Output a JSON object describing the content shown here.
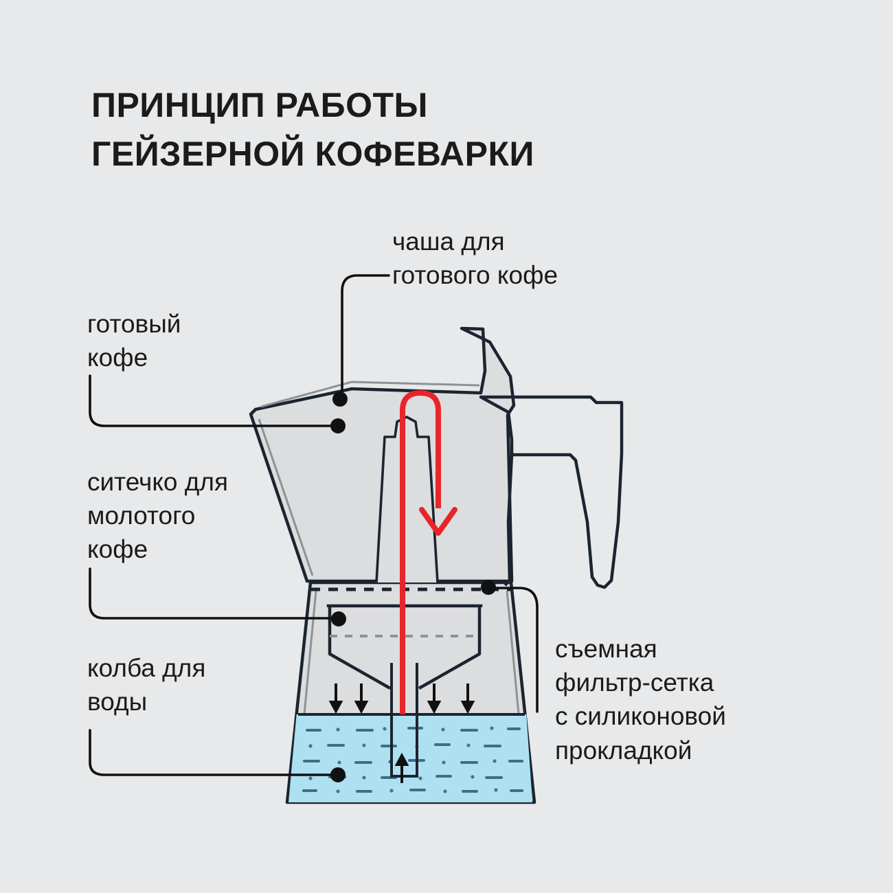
{
  "page": {
    "background_color": "#e8e9ea",
    "language": "ru"
  },
  "title": "ПРИНЦИП РАБОТЫ\nГЕЙЗЕРНОЙ КОФЕВАРКИ",
  "labels": {
    "cup_for_ready_coffee": "чаша для\nготового кофе",
    "ready_coffee": "готовый\nкофе",
    "sieve_for_ground_coffee": "ситечко для\nмолотого\nкофе",
    "water_flask": "колба для\nводы",
    "removable_filter": "съемная\nфильтр-сетка\nс силиконовой\nпрокладкой"
  },
  "colors": {
    "background": "#e8e9ea",
    "outline": "#1b2430",
    "text": "#1b1b1b",
    "water": "#ade1f2",
    "water_stroke": "#1b2430",
    "steam_chamber": "#dcdddf",
    "flow_arrow": "#e8252a",
    "dot": "#111111"
  },
  "diagram": {
    "type": "cutaway-cross-section",
    "subject": "moka-pot",
    "flow_arrow": {
      "color": "#e8252a",
      "description": "brewed coffee rises through the central column and pours down into the upper chamber",
      "direction": "up-then-down"
    },
    "water_arrows": {
      "count": 4,
      "direction": "down",
      "description": "steam pressure pushes water downward in the boiler"
    },
    "riser_arrow": {
      "direction": "up",
      "description": "water forced up the riser tube"
    },
    "callout_dots": 6
  }
}
